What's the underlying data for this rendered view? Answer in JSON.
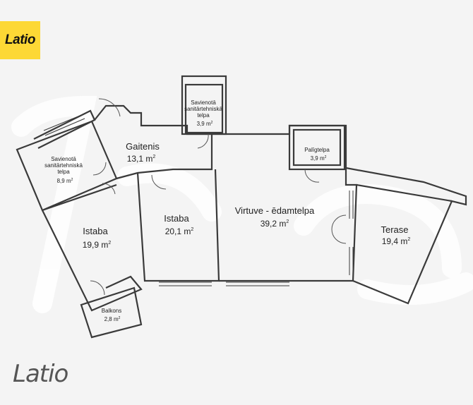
{
  "brand": {
    "logo_text": "Latio",
    "logo_color": "#fdd835"
  },
  "rooms": [
    {
      "id": "gaitenis",
      "name": "Gaitenis",
      "area": "13,1 m",
      "sup": "2"
    },
    {
      "id": "bath-top",
      "name_lines": [
        "Savienotā",
        "sanitārtehniskā",
        "telpa"
      ],
      "area": "3,9 m",
      "sup": "2"
    },
    {
      "id": "bath-left",
      "name_lines": [
        "Savienotā",
        "sanitārtehniskā",
        "telpa"
      ],
      "area": "8,9 m",
      "sup": "2"
    },
    {
      "id": "paligtelpa",
      "name": "Palīgtelpa",
      "area": "3,9 m",
      "sup": "2"
    },
    {
      "id": "istaba-left",
      "name": "Istaba",
      "area": "19,9 m",
      "sup": "2"
    },
    {
      "id": "istaba-mid",
      "name": "Istaba",
      "area": "20,1 m",
      "sup": "2"
    },
    {
      "id": "virtuve",
      "name": "Virtuve - ēdamtelpa",
      "area": "39,2 m",
      "sup": "2"
    },
    {
      "id": "terase",
      "name": "Terase",
      "area": "19,4 m",
      "sup": "2"
    },
    {
      "id": "balkons",
      "name": "Balkons",
      "area": "2,8 m",
      "sup": "2"
    }
  ]
}
